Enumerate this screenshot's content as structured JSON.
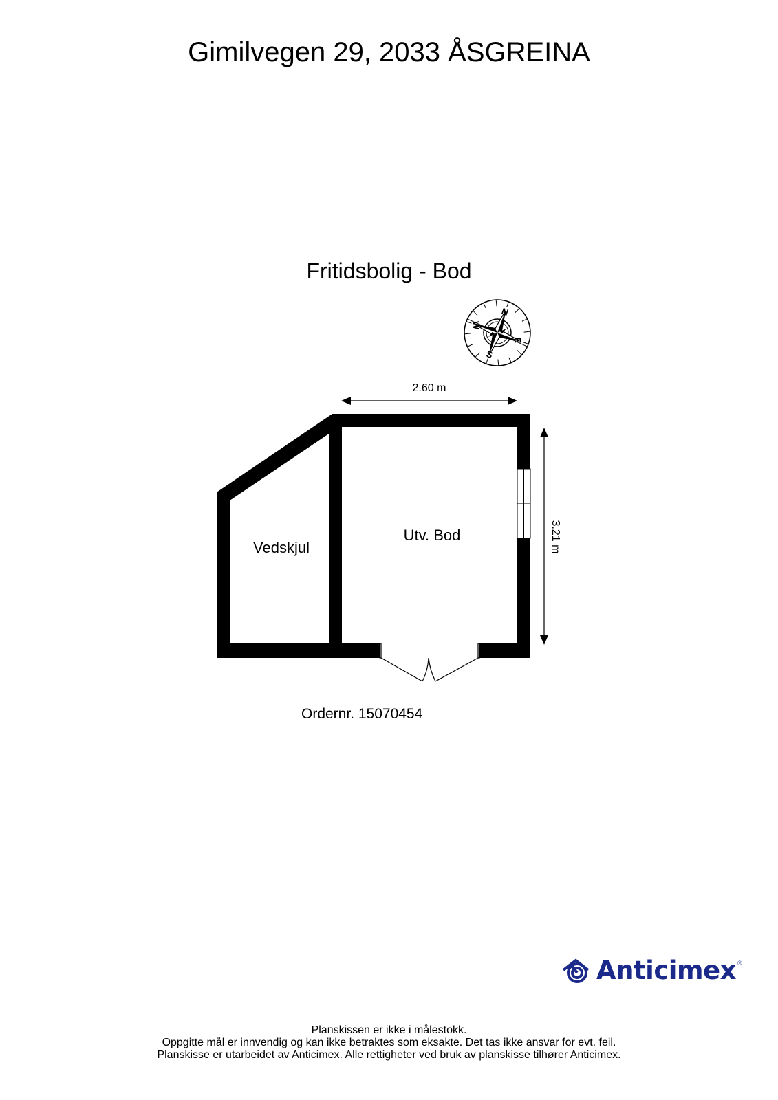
{
  "header": {
    "address": "Gimilvegen 29, 2033 ÅSGREINA"
  },
  "plan": {
    "title": "Fritidsbolig - Bod",
    "compass": {
      "labels": {
        "north": "N",
        "east": "E",
        "south": "S",
        "west": "W"
      }
    },
    "dimensions": {
      "width": "2.60 m",
      "height": "3.21 m"
    },
    "rooms": [
      {
        "name": "Vedskjul"
      },
      {
        "name": "Utv. Bod"
      }
    ],
    "order": "Ordernr. 15070454"
  },
  "brand": {
    "name": "Anticimex",
    "registered": "®",
    "color": "#1b2a8a"
  },
  "footer": {
    "lines": [
      "Planskissen er ikke i målestokk.",
      "Oppgitte mål er innvendig og kan ikke betraktes som eksakte. Det tas ikke ansvar for evt. feil.",
      "Planskisse er utarbeidet av Anticimex. Alle rettigheter ved bruk av planskisse tilhører Anticimex."
    ]
  }
}
